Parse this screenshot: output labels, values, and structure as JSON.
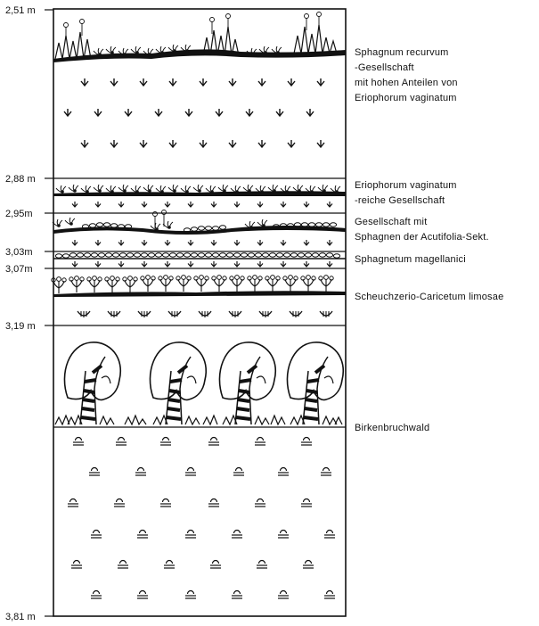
{
  "depths": [
    "2,51 m",
    "2,88 m",
    "2,95m",
    "3,03m",
    "3,07m",
    "3,19 m",
    "3,81 m"
  ],
  "labels": {
    "sphagnum_recurvum": [
      "Sphagnum recurvum",
      "-Gesellschaft",
      "mit hohen Anteilen von",
      "Eriophorum vaginatum"
    ],
    "eriophorum": [
      "Eriophorum vaginatum",
      "-reiche Gesellschaft"
    ],
    "acutifolia": [
      "Gesellschaft mit",
      "Sphagnen der Acutifolia-Sekt."
    ],
    "magellanici": [
      "Sphagnetum magellanici"
    ],
    "scheuchzerio": [
      "Scheuchzerio-Caricetum limosae"
    ],
    "birkenbruchwald": [
      "Birkenbruchwald"
    ]
  }
}
